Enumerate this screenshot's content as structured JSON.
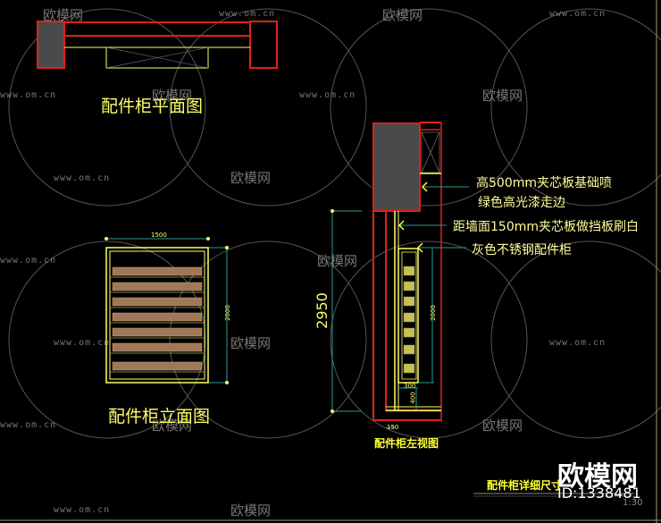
{
  "drawing": {
    "plan_title": "配件柜平面图",
    "elevation_title": "配件柜立面图",
    "side_view_title": "配件柜左视图",
    "detail_title": "配件柜详细尺寸",
    "scale": "1:30",
    "dimensions": {
      "elevation_width": "1500",
      "elevation_height": "2000",
      "side_total_height": "2950",
      "side_cabinet_height": "2000",
      "side_depth": "300",
      "side_base_height": "400",
      "wall_offset": "150"
    },
    "annotations": [
      "高500mm夹芯板基础喷",
      "绿色高光漆走边",
      "距墙面150mm夹芯板做挡板刷白",
      "灰色不锈钢配件柜"
    ]
  },
  "watermark": {
    "url": "www.om.cn",
    "logo": "欧模网",
    "brand": "欧模网",
    "id": "ID:1338481"
  },
  "colors": {
    "background": "#000000",
    "wall_red": "#e0201c",
    "cabinet_yellow": "#ffff66",
    "dim_teal": "#2a9a9a",
    "fill_gray": "#4a4a4a"
  }
}
